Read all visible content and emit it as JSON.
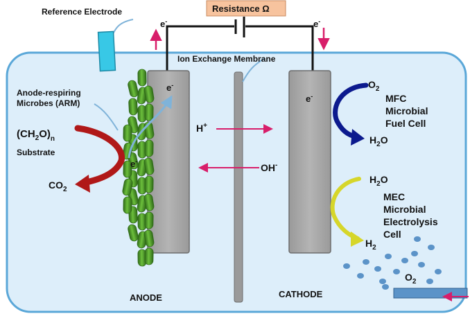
{
  "labels": {
    "reference_electrode": "Reference Electrode",
    "resistance": "Resistance Ω",
    "ion_exchange_membrane": "Ion Exchange Membrane",
    "anode_respiring_line1": "Anode-respiring",
    "anode_respiring_line2": "Microbes (ARM)",
    "substrate_formula": "(CH",
    "substrate_sub2": "2",
    "substrate_formula_mid": "O)",
    "substrate_sub_n": "n",
    "substrate": "Substrate",
    "co2": "CO",
    "co2_sub": "2",
    "h_plus": "H",
    "h_plus_sup": "+",
    "oh_minus": "OH",
    "oh_minus_sup": "-",
    "electron": "e",
    "electron_sup": "-",
    "o2": "O",
    "o2_sub": "2",
    "h2o": "H",
    "h2o_sub": "2",
    "h2o_o": "O",
    "h2": "H",
    "h2_sub": "2",
    "mfc_line1": "MFC",
    "mfc_line2": "Microbial",
    "mfc_line3": "Fuel Cell",
    "mec_line1": "MEC",
    "mec_line2": "Microbial",
    "mec_line3": "Electrolysis",
    "mec_line4": "Cell",
    "anode": "ANODE",
    "cathode": "CATHODE"
  },
  "colors": {
    "chamber_fill": "#ddeefa",
    "chamber_stroke": "#5aa7d8",
    "electrode_fill": "#a9a9a9",
    "microbe_green": "#4f9a2c",
    "microbe_dark": "#2f6a18",
    "red_arrow": "#b01818",
    "pink_arrow": "#d81e6a",
    "blue_arrow": "#0c1a8e",
    "yellow_arrow": "#d6d62a",
    "bubble": "#5b93c8",
    "reference_cyan": "#38c8e6"
  }
}
